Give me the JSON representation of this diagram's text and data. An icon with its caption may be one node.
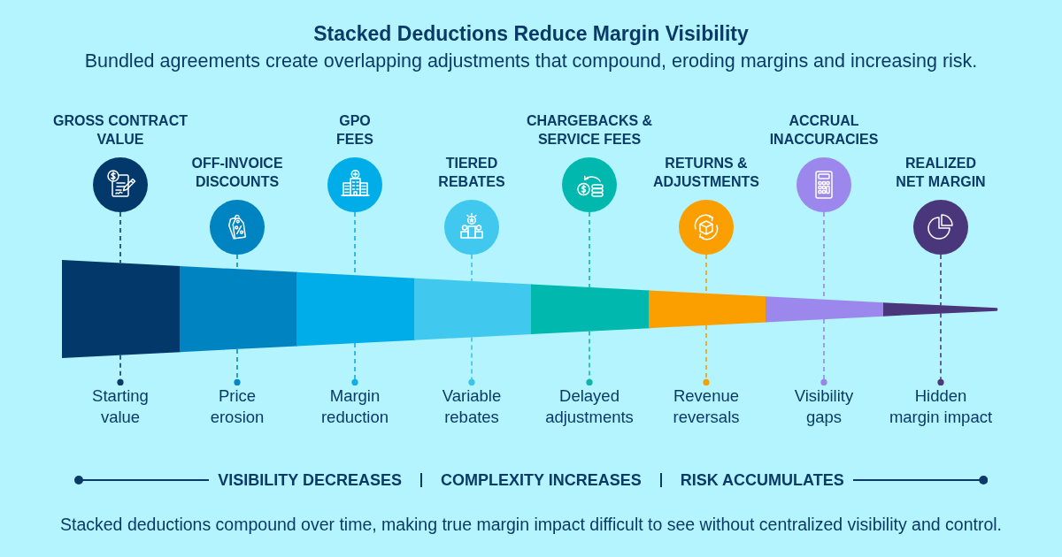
{
  "diagram": {
    "title": "Stacked Deductions Reduce Margin Visibility",
    "caption": "Stacked deductions compound over time, making true margin impact difficult to see without centralized visibility and control.",
    "nodes": [
      {
        "text": [
          "GROSS CONTRACT VALUE"
        ]
      },
      {
        "text": [
          "OFF-INVOICE DISCOUNTS"
        ]
      },
      {
        "text": [
          "GPO FEES"
        ]
      },
      {
        "text": [
          "TIERED REBATES"
        ]
      },
      {
        "text": [
          "CHARGEBACKS & SERVICE FEES"
        ]
      },
      {
        "text": [
          "RETURNS & ADJUSTMENTS"
        ]
      },
      {
        "text": [
          "ACCRUAL INACCURACIES"
        ]
      },
      {
        "text": [
          "REALIZED NET MARGIN"
        ]
      },
      {
        "text": [],
        "shape": "bar"
      },
      {
        "text": [],
        "shape": "bar"
      },
      {
        "text": [],
        "shape": "bar"
      },
      {
        "text": [],
        "shape": "bar"
      },
      {
        "text": [],
        "shape": "bar"
      },
      {
        "text": [],
        "shape": "bar"
      },
      {
        "text": [],
        "shape": "bar"
      },
      {
        "text": [],
        "shape": "bar"
      },
      {
        "text": [
          "Starting value"
        ]
      },
      {
        "text": [
          "Price erosion"
        ]
      },
      {
        "text": [
          "Margin reduction"
        ]
      },
      {
        "text": [
          "Variable rebates"
        ]
      },
      {
        "text": [
          "Delayed adjustments"
        ]
      },
      {
        "text": [
          "Revenue reversals"
        ]
      },
      {
        "text": [
          "Visibility gaps"
        ]
      },
      {
        "text": [
          "Hidden margin impact"
        ]
      }
    ],
    "edges": [
      {
        "from": 0,
        "to": 8,
        "arrow": "none",
        "style": "dashed",
        "color": "#0b3a6a"
      },
      {
        "from": 1,
        "to": 9,
        "arrow": "none",
        "style": "dashed",
        "color": "#0a86c4"
      },
      {
        "from": 2,
        "to": 10,
        "arrow": "none",
        "style": "dashed",
        "color": "#14ace6"
      },
      {
        "from": 3,
        "to": 11,
        "arrow": "none",
        "style": "dashed",
        "color": "#3fc3ea"
      },
      {
        "from": 4,
        "to": 12,
        "arrow": "none",
        "style": "dashed",
        "color": "#0fb5aa"
      },
      {
        "from": 5,
        "to": 13,
        "arrow": "none",
        "style": "dashed",
        "color": "#f5a000"
      },
      {
        "from": 6,
        "to": 14,
        "arrow": "none",
        "style": "dashed",
        "color": "#9a86e6"
      },
      {
        "from": 7,
        "to": 15,
        "arrow": "none",
        "style": "dashed",
        "color": "#4c3a7c"
      },
      {
        "from": 8,
        "to": 16,
        "arrow": "other",
        "style": "dashed",
        "color": "#0b3a6a"
      },
      {
        "from": 9,
        "to": 17,
        "arrow": "other",
        "style": "dashed",
        "color": "#0a86c4"
      },
      {
        "from": 10,
        "to": 18,
        "arrow": "other",
        "style": "dashed",
        "color": "#14ace6"
      },
      {
        "from": 11,
        "to": 19,
        "arrow": "other",
        "style": "dashed",
        "color": "#3fc3ea"
      },
      {
        "from": 12,
        "to": 20,
        "arrow": "other",
        "style": "dashed",
        "color": "#0fb5aa"
      },
      {
        "from": 13,
        "to": 21,
        "arrow": "other",
        "style": "dashed",
        "color": "#f5a000"
      },
      {
        "from": 14,
        "to": 22,
        "arrow": "other",
        "style": "dashed",
        "color": "#9a86e6"
      },
      {
        "from": 15,
        "to": 23,
        "arrow": "other",
        "style": "dashed",
        "color": "#4c3a7c"
      }
    ],
    "labels": [
      "Bundled agreements create overlapping adjustments that compound, eroding margins and increasing risk.",
      "VISIBILITY DECREASES",
      "COMPLEXITY INCREASES",
      "RISK ACCUMULATES"
    ]
  }
}
